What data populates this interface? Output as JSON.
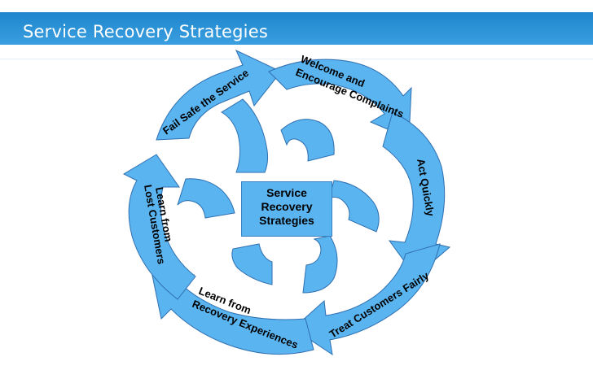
{
  "title": "Service Recovery Strategies",
  "center": {
    "line1": "Service",
    "line2": "Recovery",
    "line3": "Strategies"
  },
  "steps": [
    {
      "label": "Welcome and",
      "label2": "Encourage Complaints"
    },
    {
      "label": "Act Quickly"
    },
    {
      "label": "Treat Customers Fairly"
    },
    {
      "label": "Learn from",
      "label2": "Recovery Experiences"
    },
    {
      "label": "Learn from",
      "label2": "Lost Customers"
    },
    {
      "label": "Fail Safe the Service"
    }
  ],
  "colors": {
    "arrow": "#5ab4f0",
    "arrow_stroke": "#2f6fb0",
    "title_bar": "#2a93d8"
  }
}
